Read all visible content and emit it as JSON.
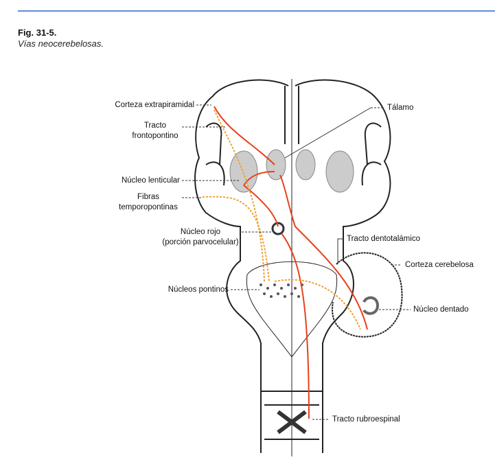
{
  "figure": {
    "number": "Fig. 31-5.",
    "caption": "Vías neocerebelosas."
  },
  "labels": {
    "corteza_extrapiramidal": "Corteza extrapiramidal",
    "tracto_frontopontino_1": "Tracto",
    "tracto_frontopontino_2": "frontopontino",
    "nucleo_lenticular": "Núcleo lenticular",
    "fibras_1": "Fibras",
    "fibras_2": "temporopontinas",
    "nucleo_rojo_1": "Núcleo rojo",
    "nucleo_rojo_2": "(porción parvocelular)",
    "nucleos_pontinos": "Núcleos pontinos",
    "talamo": "Tálamo",
    "tracto_dentotalamico": "Tracto dentotalámico",
    "corteza_cerebelosa": "Corteza cerebelosa",
    "nucleo_dentado": "Núcleo dentado",
    "tracto_rubroespinal": "Tracto rubroespinal"
  },
  "colors": {
    "rule": "#5b8fd6",
    "pathway": "#e8401a",
    "dashed_pathway": "#f0a030"
  }
}
